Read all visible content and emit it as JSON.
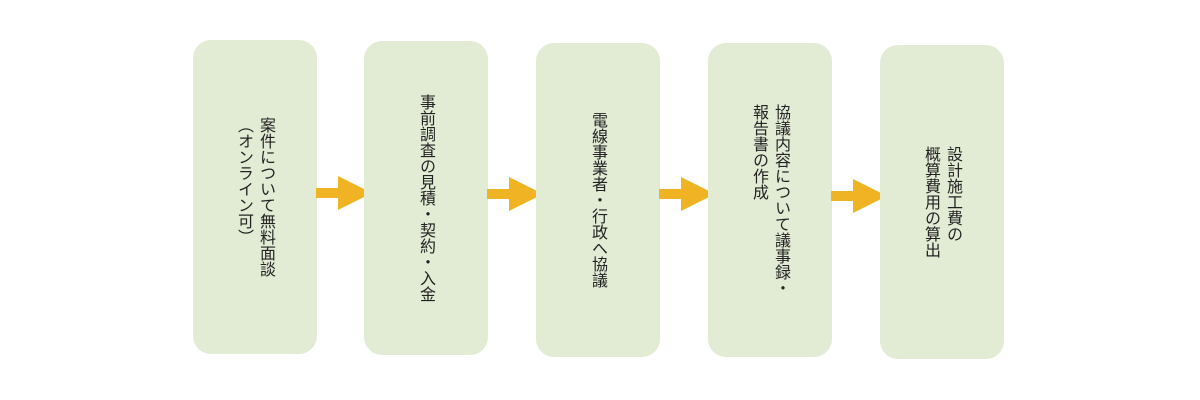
{
  "colors": {
    "box_fill": "#e2ecd5",
    "arrow": "#f0b323",
    "text": "#222222"
  },
  "steps": [
    {
      "lines": [
        "案件について無料面談",
        "（オンライン可）"
      ]
    },
    {
      "lines": [
        "事前調査の見積・契約・入金"
      ]
    },
    {
      "lines": [
        "電線事業者・行政へ協議"
      ]
    },
    {
      "lines": [
        "協議内容について議事録・",
        "報告書の作成"
      ]
    },
    {
      "lines": [
        "設計施工費の",
        "概算費用の算出"
      ]
    }
  ],
  "arrows": [
    {
      "icon": "right-arrow-icon"
    },
    {
      "icon": "right-arrow-icon"
    },
    {
      "icon": "right-arrow-icon"
    },
    {
      "icon": "right-arrow-icon"
    }
  ]
}
